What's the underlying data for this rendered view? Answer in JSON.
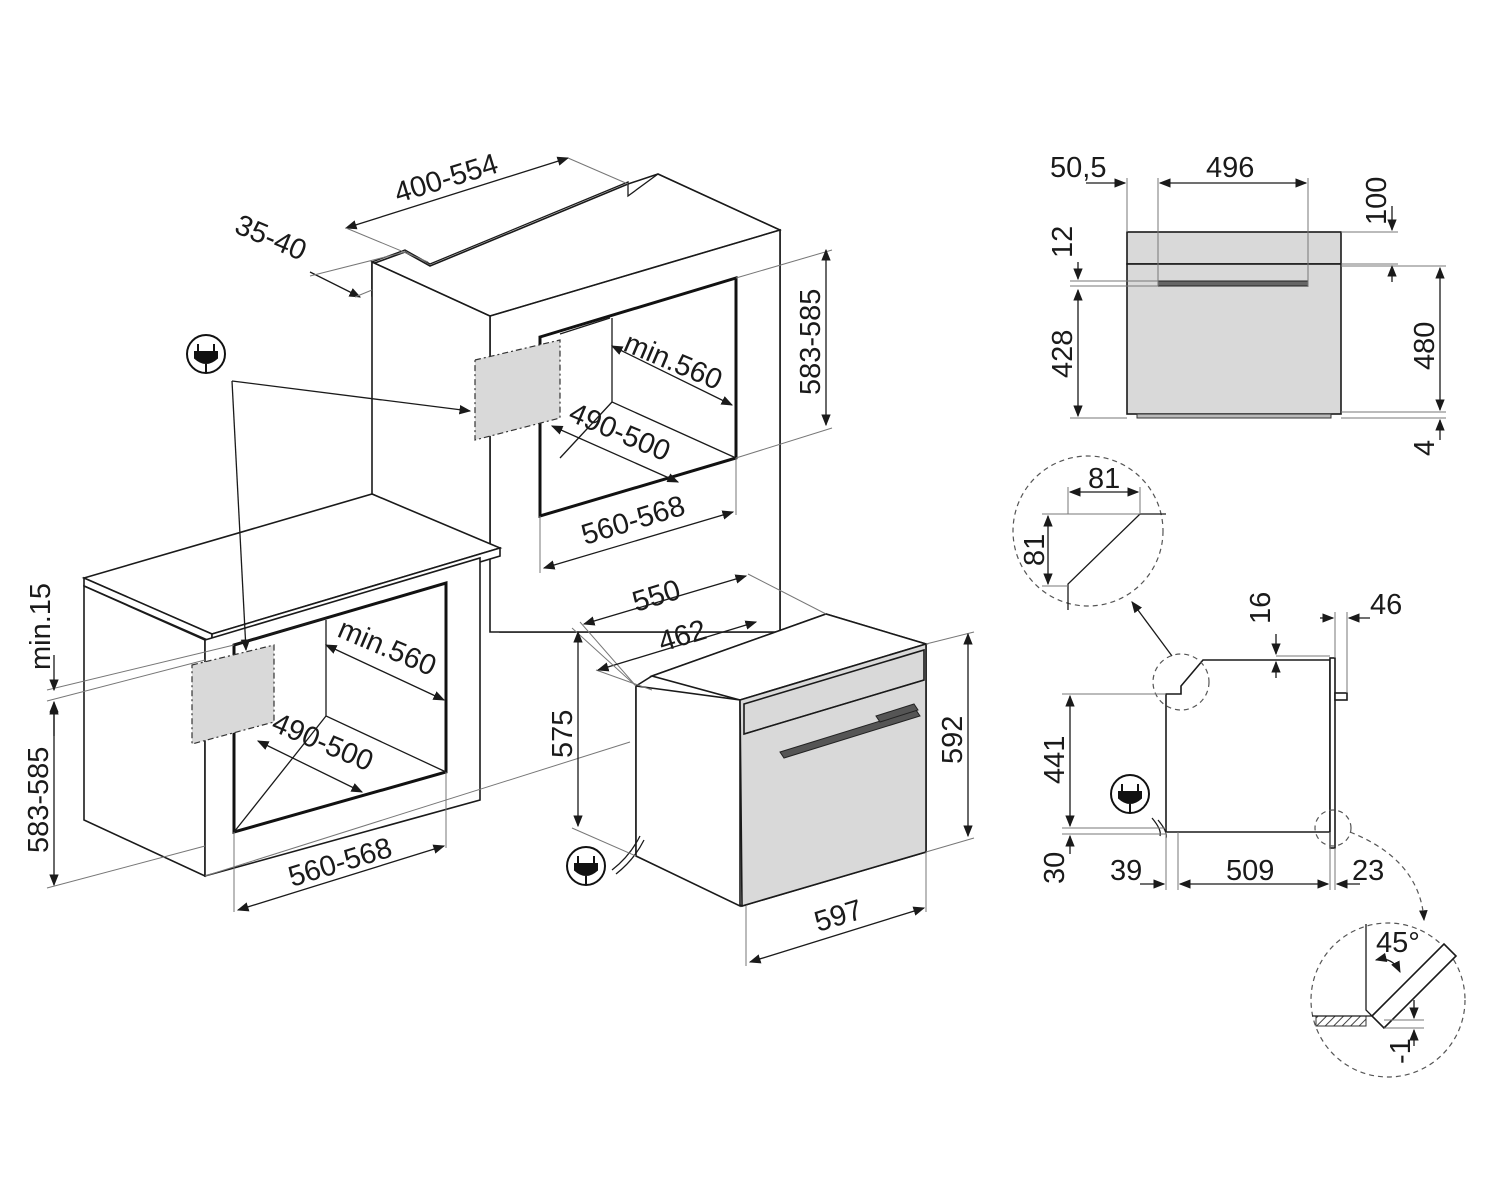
{
  "dimensions": {
    "niche_upper": {
      "depth_top": "400-554",
      "back_gap": "35-40",
      "height": "583-585",
      "depth_inner": "min.560",
      "height_inner": "490-500",
      "width": "560-568"
    },
    "niche_lower": {
      "clearance": "min.15",
      "height": "583-585",
      "depth_inner": "min.560",
      "height_inner": "490-500",
      "width": "560-568"
    },
    "oven_iso": {
      "depth_total": "550",
      "depth_body": "462",
      "height_body": "575",
      "height_front": "592",
      "width_front": "597"
    },
    "oven_front": {
      "side_offset": "50,5",
      "inner_width": "496",
      "top_gap": "100",
      "panel_height": "12",
      "body_height": "428",
      "total_height": "480",
      "bottom_gap": "4"
    },
    "detail_corner": {
      "horizontal": "81",
      "vertical": "81"
    },
    "oven_side": {
      "top_offset": "16",
      "front_depth": "46",
      "height": "441",
      "bottom": "30",
      "back_offset": "39",
      "depth": "509",
      "front_offset": "23"
    },
    "detail_door": {
      "angle": "45°",
      "offset": "-1"
    }
  },
  "icons": [
    "plug-icon",
    "plug-icon",
    "plug-icon"
  ]
}
